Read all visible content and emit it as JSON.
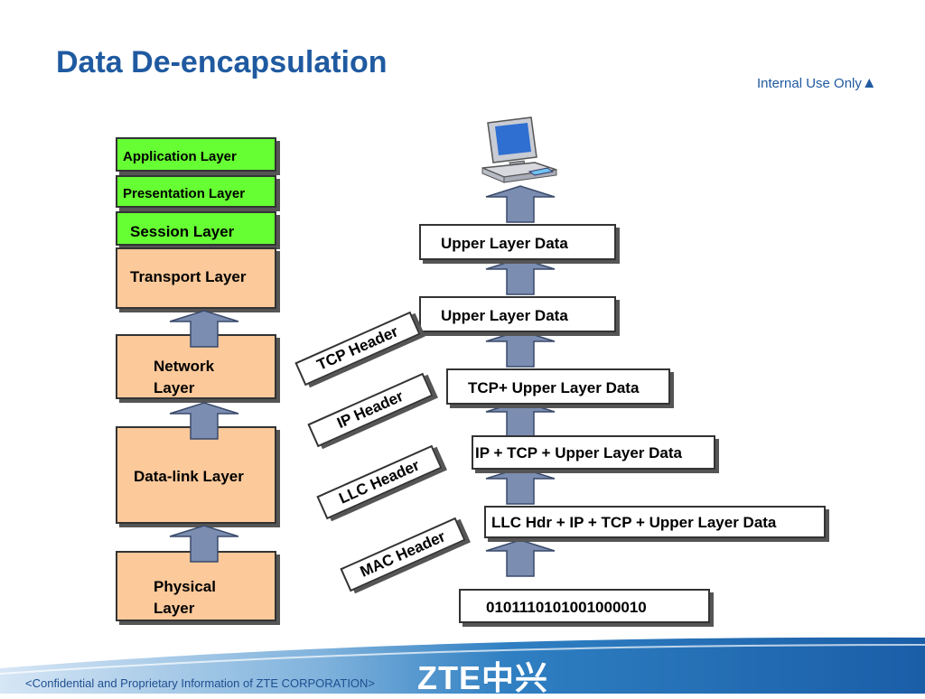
{
  "title": "Data De-encapsulation",
  "internal_notice": "Internal Use Only",
  "layers": {
    "application": "Application Layer",
    "presentation": "Presentation Layer",
    "session": "Session Layer",
    "transport": "Transport Layer",
    "network": [
      "Network",
      "Layer"
    ],
    "datalink": "Data-link Layer",
    "physical": [
      "Physical",
      "Layer"
    ]
  },
  "stack": {
    "upper_top": "Upper Layer Data",
    "upper": "Upper Layer Data",
    "tcp_data": "TCP+ Upper Layer Data",
    "ip_data": "IP + TCP + Upper Layer Data",
    "llc_data": "LLC Hdr + IP + TCP + Upper Layer Data",
    "bits": "0101110101001000010"
  },
  "headers": {
    "tcp": "TCP Header",
    "ip": "IP Header",
    "llc": "LLC Header",
    "mac": "MAC Header"
  },
  "footer": "<Confidential and Proprietary Information of  ZTE CORPORATION>",
  "logo_text": "ZTE中兴",
  "colors": {
    "title_blue": "#1f5aa0",
    "green_layer": "#66ff33",
    "peach_layer": "#fcc99a",
    "arrow": "#7b8db0"
  },
  "icons": [
    "computer-icon",
    "up-arrow-icon",
    "triangle-up-icon"
  ]
}
